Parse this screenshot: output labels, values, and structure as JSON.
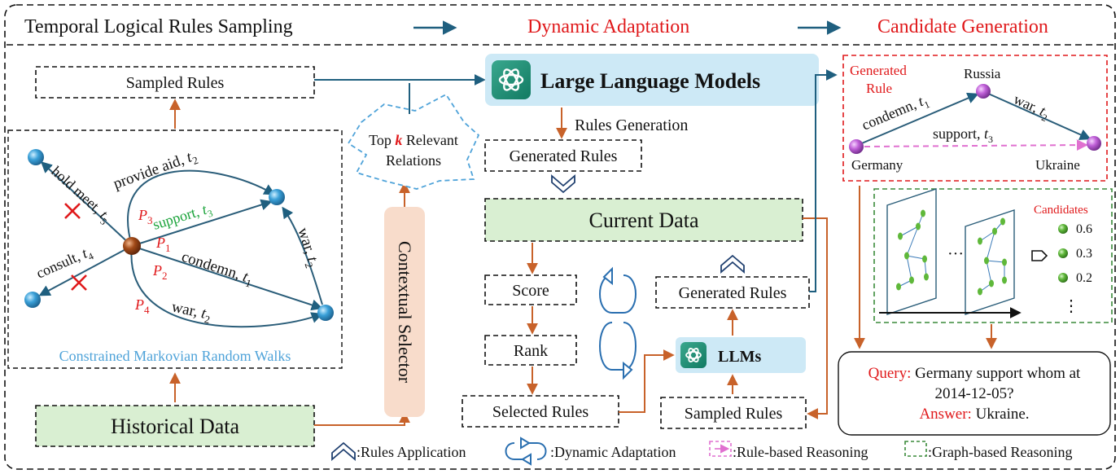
{
  "header": {
    "stage1": "Temporal Logical Rules Sampling",
    "stage2": "Dynamic Adaptation",
    "stage3": "Candidate Generation"
  },
  "colors": {
    "red_text": "#e0191b",
    "orange_arrow": "#c8622a",
    "teal_arrow": "#1f5f7f",
    "green_box": "#d9efd2",
    "blue_box": "#cde9f6",
    "peach_box": "#f8dccb",
    "path_blue": "#2a5d79",
    "node_blue": "#3aa0d8",
    "node_brown": "#8b3a12",
    "node_purple": "#b050c8",
    "node_green": "#5fb83a",
    "cmrw_blue": "#4fa3d9",
    "magenta": "#e070d0",
    "legend_green": "#3a8a3a"
  },
  "left": {
    "sampled_rules": "Sampled Rules",
    "graph_title": "Constrained Markovian Random Walks",
    "historical_data": "Historical Data",
    "edges": {
      "provide_aid": "provide aid, ",
      "provide_aid_t": "t",
      "provide_aid_sub": "2",
      "hold_meet": "hold meet, ",
      "hold_meet_t": "t",
      "hold_meet_sub": "5",
      "support": "support, ",
      "support_t": "t",
      "support_sub": "3",
      "consult": "consult, ",
      "consult_t": "t",
      "consult_sub": "4",
      "condemn": "condemn, ",
      "condemn_t": "t",
      "condemn_sub": "1",
      "war1": "war, ",
      "war1_t": "t",
      "war1_sub": "2",
      "war2": "war, ",
      "war2_t": "t",
      "war2_sub": "2"
    },
    "paths": {
      "p": "P",
      "p1": "1",
      "p2": "2",
      "p3": "3",
      "p4": "4"
    }
  },
  "mid": {
    "top_k_a": "Top ",
    "top_k_k": "k",
    "top_k_b": " Relevant",
    "top_k_c": "Relations",
    "contextual_selector": "Contextual Selector",
    "llm_title": "Large Language Models",
    "rules_generation": "Rules Generation",
    "generated_rules_top": "Generated Rules",
    "current_data": "Current Data",
    "score": "Score",
    "rank": "Rank",
    "selected_rules": "Selected Rules",
    "generated_rules_right": "Generated Rules",
    "llms": "LLMs",
    "sampled_rules_bottom": "Sampled Rules"
  },
  "right": {
    "generated_rule_a": "Generated",
    "generated_rule_b": "Rule",
    "russia": "Russia",
    "germany": "Germany",
    "ukraine": "Ukraine",
    "condemn": "condemn, ",
    "condemn_t": "t",
    "condemn_sub": "1",
    "war": "war, ",
    "war_t": "t",
    "war_sub": "2",
    "support": "support, ",
    "support_t": "t",
    "support_sub": "3",
    "candidates_title": "Candidates",
    "candidates": [
      {
        "score": "0.6"
      },
      {
        "score": "0.3"
      },
      {
        "score": "0.2"
      }
    ],
    "more_dots": "⋮",
    "ellipsis": "···",
    "query_label": "Query:",
    "query_text": " Germany support whom at",
    "query_date": "2014-12-05?",
    "answer_label": "Answer:",
    "answer_text": " Ukraine."
  },
  "legend": {
    "rules_application": ":Rules Application",
    "dynamic_adaptation": ":Dynamic Adaptation",
    "rule_based": ":Rule-based Reasoning",
    "graph_based": ":Graph-based Reasoning"
  }
}
